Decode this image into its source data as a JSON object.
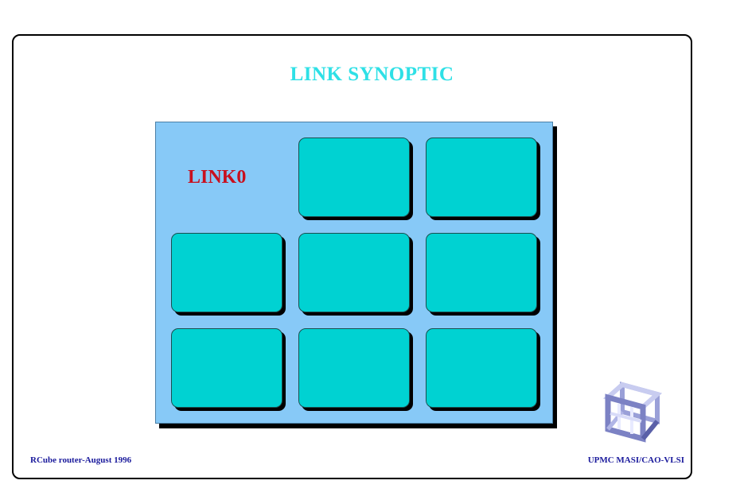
{
  "slide": {
    "title": "LINK SYNOPTIC",
    "link_label": "LINK0",
    "grid": {
      "rows": 3,
      "columns": 3,
      "empty_cell": "row1-col1"
    },
    "footer_left": "RCube router-August 1996",
    "footer_right": "UPMC MASI/CAO-VLSI",
    "logo_icon": "cube-logo-icon"
  },
  "colors": {
    "title": "#2ee0e6",
    "panel": "#87c9f7",
    "cell": "#00d2d2",
    "link_label": "#c8101e",
    "footer": "#1a1a9c"
  }
}
